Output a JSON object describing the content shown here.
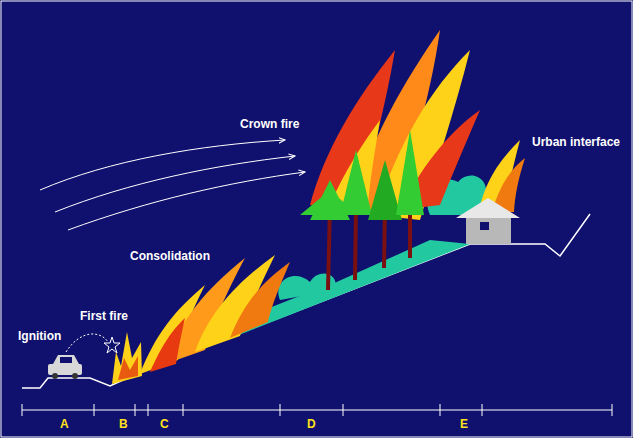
{
  "diagram": {
    "labels": [
      "Ignition",
      "First fire",
      "Consolidation",
      "Crown fire",
      "Urban interface",
      "A",
      "B",
      "C",
      "D",
      "E"
    ]
  }
}
